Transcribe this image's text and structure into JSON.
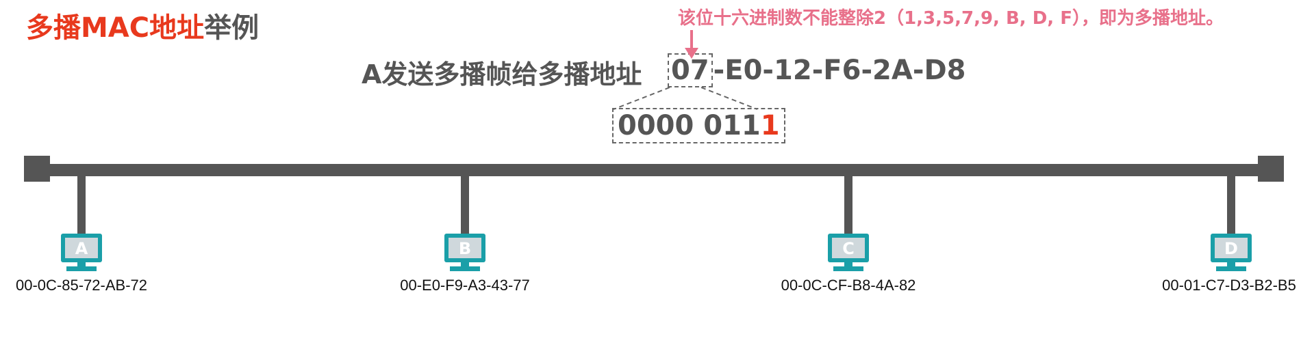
{
  "title": {
    "highlight": "多播MAC地址",
    "rest": "举例"
  },
  "annotation": "该位十六进制数不能整除2（1,3,5,7,9, B, D, F），即为多播地址。",
  "sender_text": "A发送多播帧给多播地址",
  "multicast_mac": {
    "first_byte": "07",
    "rest": "-E0-12-F6-2A-D8"
  },
  "binary": {
    "head": "0000 011",
    "lsb": "1"
  },
  "hosts": [
    {
      "letter": "A",
      "mac": "00-0C-85-72-AB-72"
    },
    {
      "letter": "B",
      "mac": "00-E0-F9-A3-43-77"
    },
    {
      "letter": "C",
      "mac": "00-0C-CF-B8-4A-82"
    },
    {
      "letter": "D",
      "mac": "00-01-C7-D3-B2-B5"
    }
  ],
  "colors": {
    "accent_red": "#e8391d",
    "annotation_pink": "#e8708a",
    "bus_gray": "#555555",
    "host_teal": "#1a9fa8"
  }
}
